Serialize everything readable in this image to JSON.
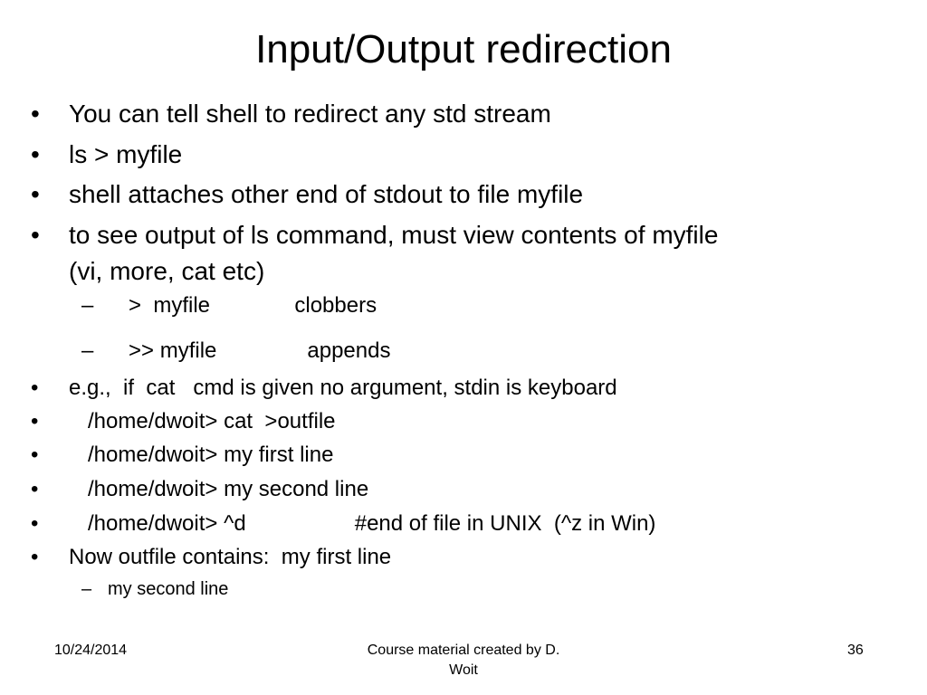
{
  "slide": {
    "title": "Input/Output redirection",
    "bullet_char": "•",
    "dash_char": "–",
    "lines": {
      "b1": "You can tell shell to redirect any std stream",
      "b2": "ls > myfile",
      "b3": "shell attaches other end of stdout to file myfile",
      "b4a": "to see output of ls command, must view contents of myfile",
      "b4b": "(vi, more, cat etc)",
      "s1": ">  myfile              clobbers",
      "s2": ">> myfile               appends",
      "b5": "e.g.,  if  cat   cmd is given no argument, stdin is keyboard",
      "b6": "/home/dwoit> cat  >outfile",
      "b7": "/home/dwoit> my first line",
      "b8": "/home/dwoit> my second line",
      "b9": "/home/dwoit> ^d                  #end of file in UNIX  (^z in Win)",
      "b10": "Now outfile contains:  my first line",
      "s3": "my second line"
    }
  },
  "footer": {
    "date": "10/24/2014",
    "credit_line1": "Course material created by D.",
    "credit_line2": "Woit",
    "slide_number": "36"
  }
}
